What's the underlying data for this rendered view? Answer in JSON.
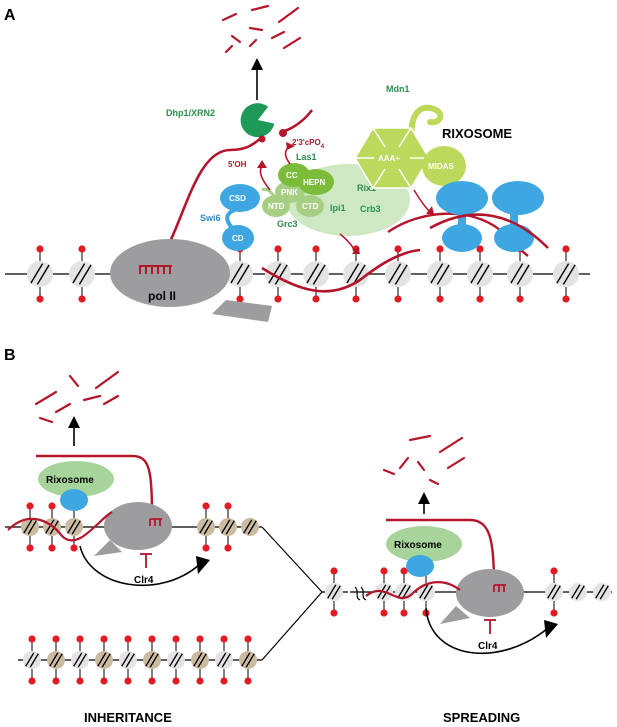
{
  "panels": {
    "a": "A",
    "b": "B"
  },
  "labels_a": {
    "exonuclease": "Dhp1/XRN2",
    "polymerase": "pol II",
    "oh5": "5'OH",
    "cpo4": "2'3'cPO",
    "cpo4_sub": "4",
    "las1": "Las1",
    "cc": "CC",
    "hepn": "HEPN",
    "pnk": "PNK",
    "ntd": "NTD",
    "ctd": "CTD",
    "grc3": "Grc3",
    "ipi1": "Ipi1",
    "rix1": "Rix1",
    "crb3": "Crb3",
    "swi6": "Swi6",
    "csd": "CSD",
    "cd": "CD",
    "mdn1": "Mdn1",
    "aaa": "AAA+",
    "midas": "MIDAS",
    "complex": "RIXOSOME"
  },
  "labels_b": {
    "rixosome_left": "Rixosome",
    "rixosome_right": "Rixosome",
    "clr4_left": "Clr4",
    "clr4_right": "Clr4",
    "inheritance": "INHERITANCE",
    "spreading": "SPREADING"
  },
  "colors": {
    "rna": "#b5152b",
    "histone_mark": "#e21b23",
    "polymerase": "#9d9d9f",
    "swi6": "#3ea6e0",
    "rix1_complex": "#cfe8c4",
    "grc3": "#a6cf84",
    "las1": "#7cbc3b",
    "mdn1": "#bcd95b",
    "dhp1": "#1d9a55",
    "rixosome_oval": "#a7d49a",
    "nucleosome_a": "#e3e3e3",
    "nucleosome_b": "#cbbba1"
  }
}
